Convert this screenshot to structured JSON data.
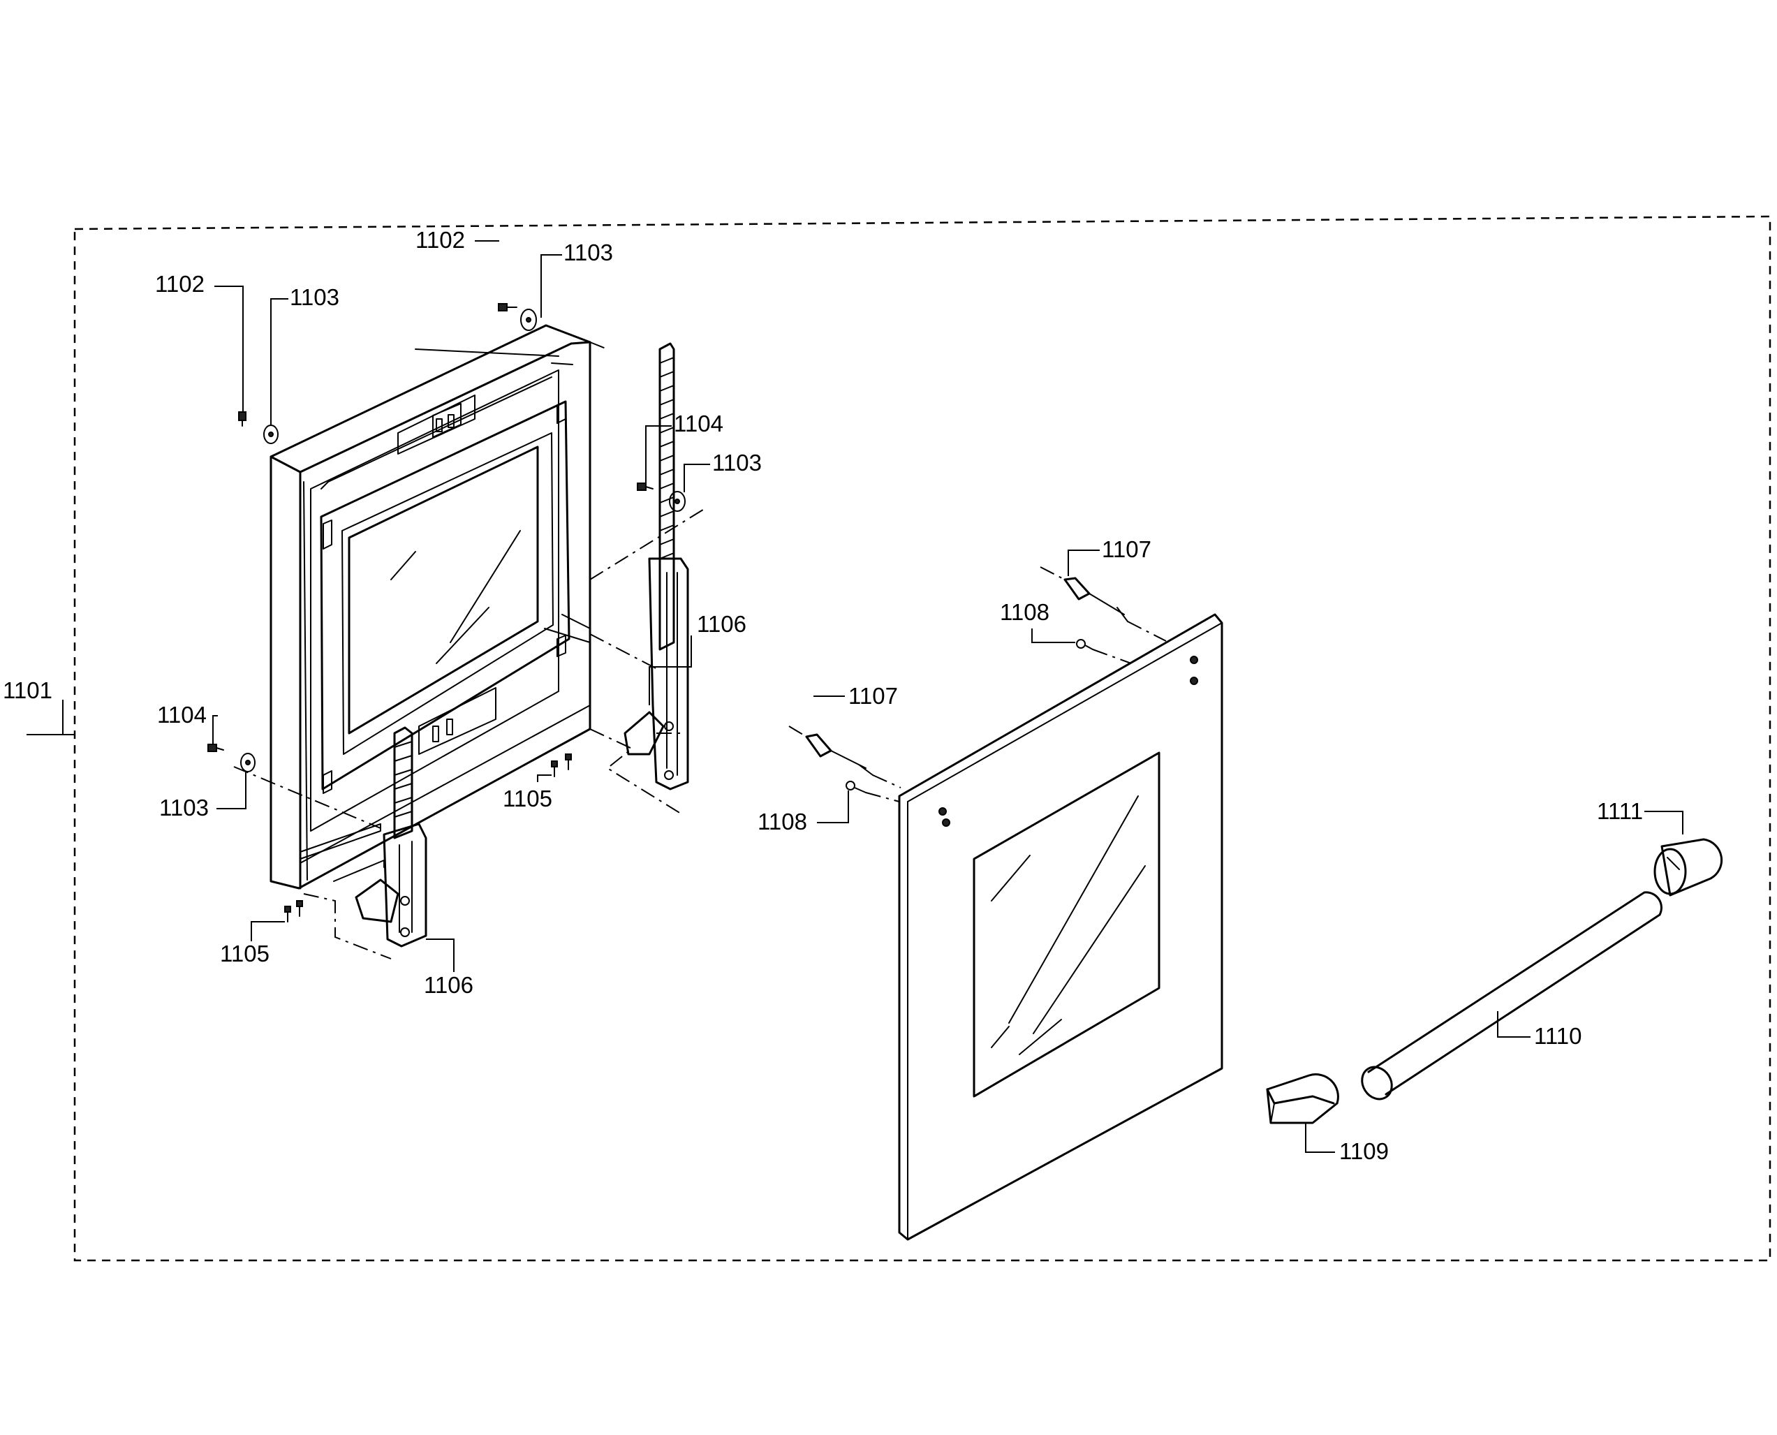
{
  "diagram": {
    "type": "exploded-parts-diagram",
    "callouts": {
      "c1101": "1101",
      "c1102_top": "1102",
      "c1103_top": "1103",
      "c1102_left": "1102",
      "c1103_left_top": "1103",
      "c1104_right": "1104",
      "c1103_right": "1103",
      "c1104_left": "1104",
      "c1103_left_bottom": "1103",
      "c1105_right": "1105",
      "c1105_left": "1105",
      "c1106_right": "1106",
      "c1106_left": "1106",
      "c1107_top": "1107",
      "c1108_top": "1108",
      "c1107_mid": "1107",
      "c1108_mid": "1108",
      "c1111": "1111",
      "c1110": "1110",
      "c1109": "1109"
    }
  }
}
